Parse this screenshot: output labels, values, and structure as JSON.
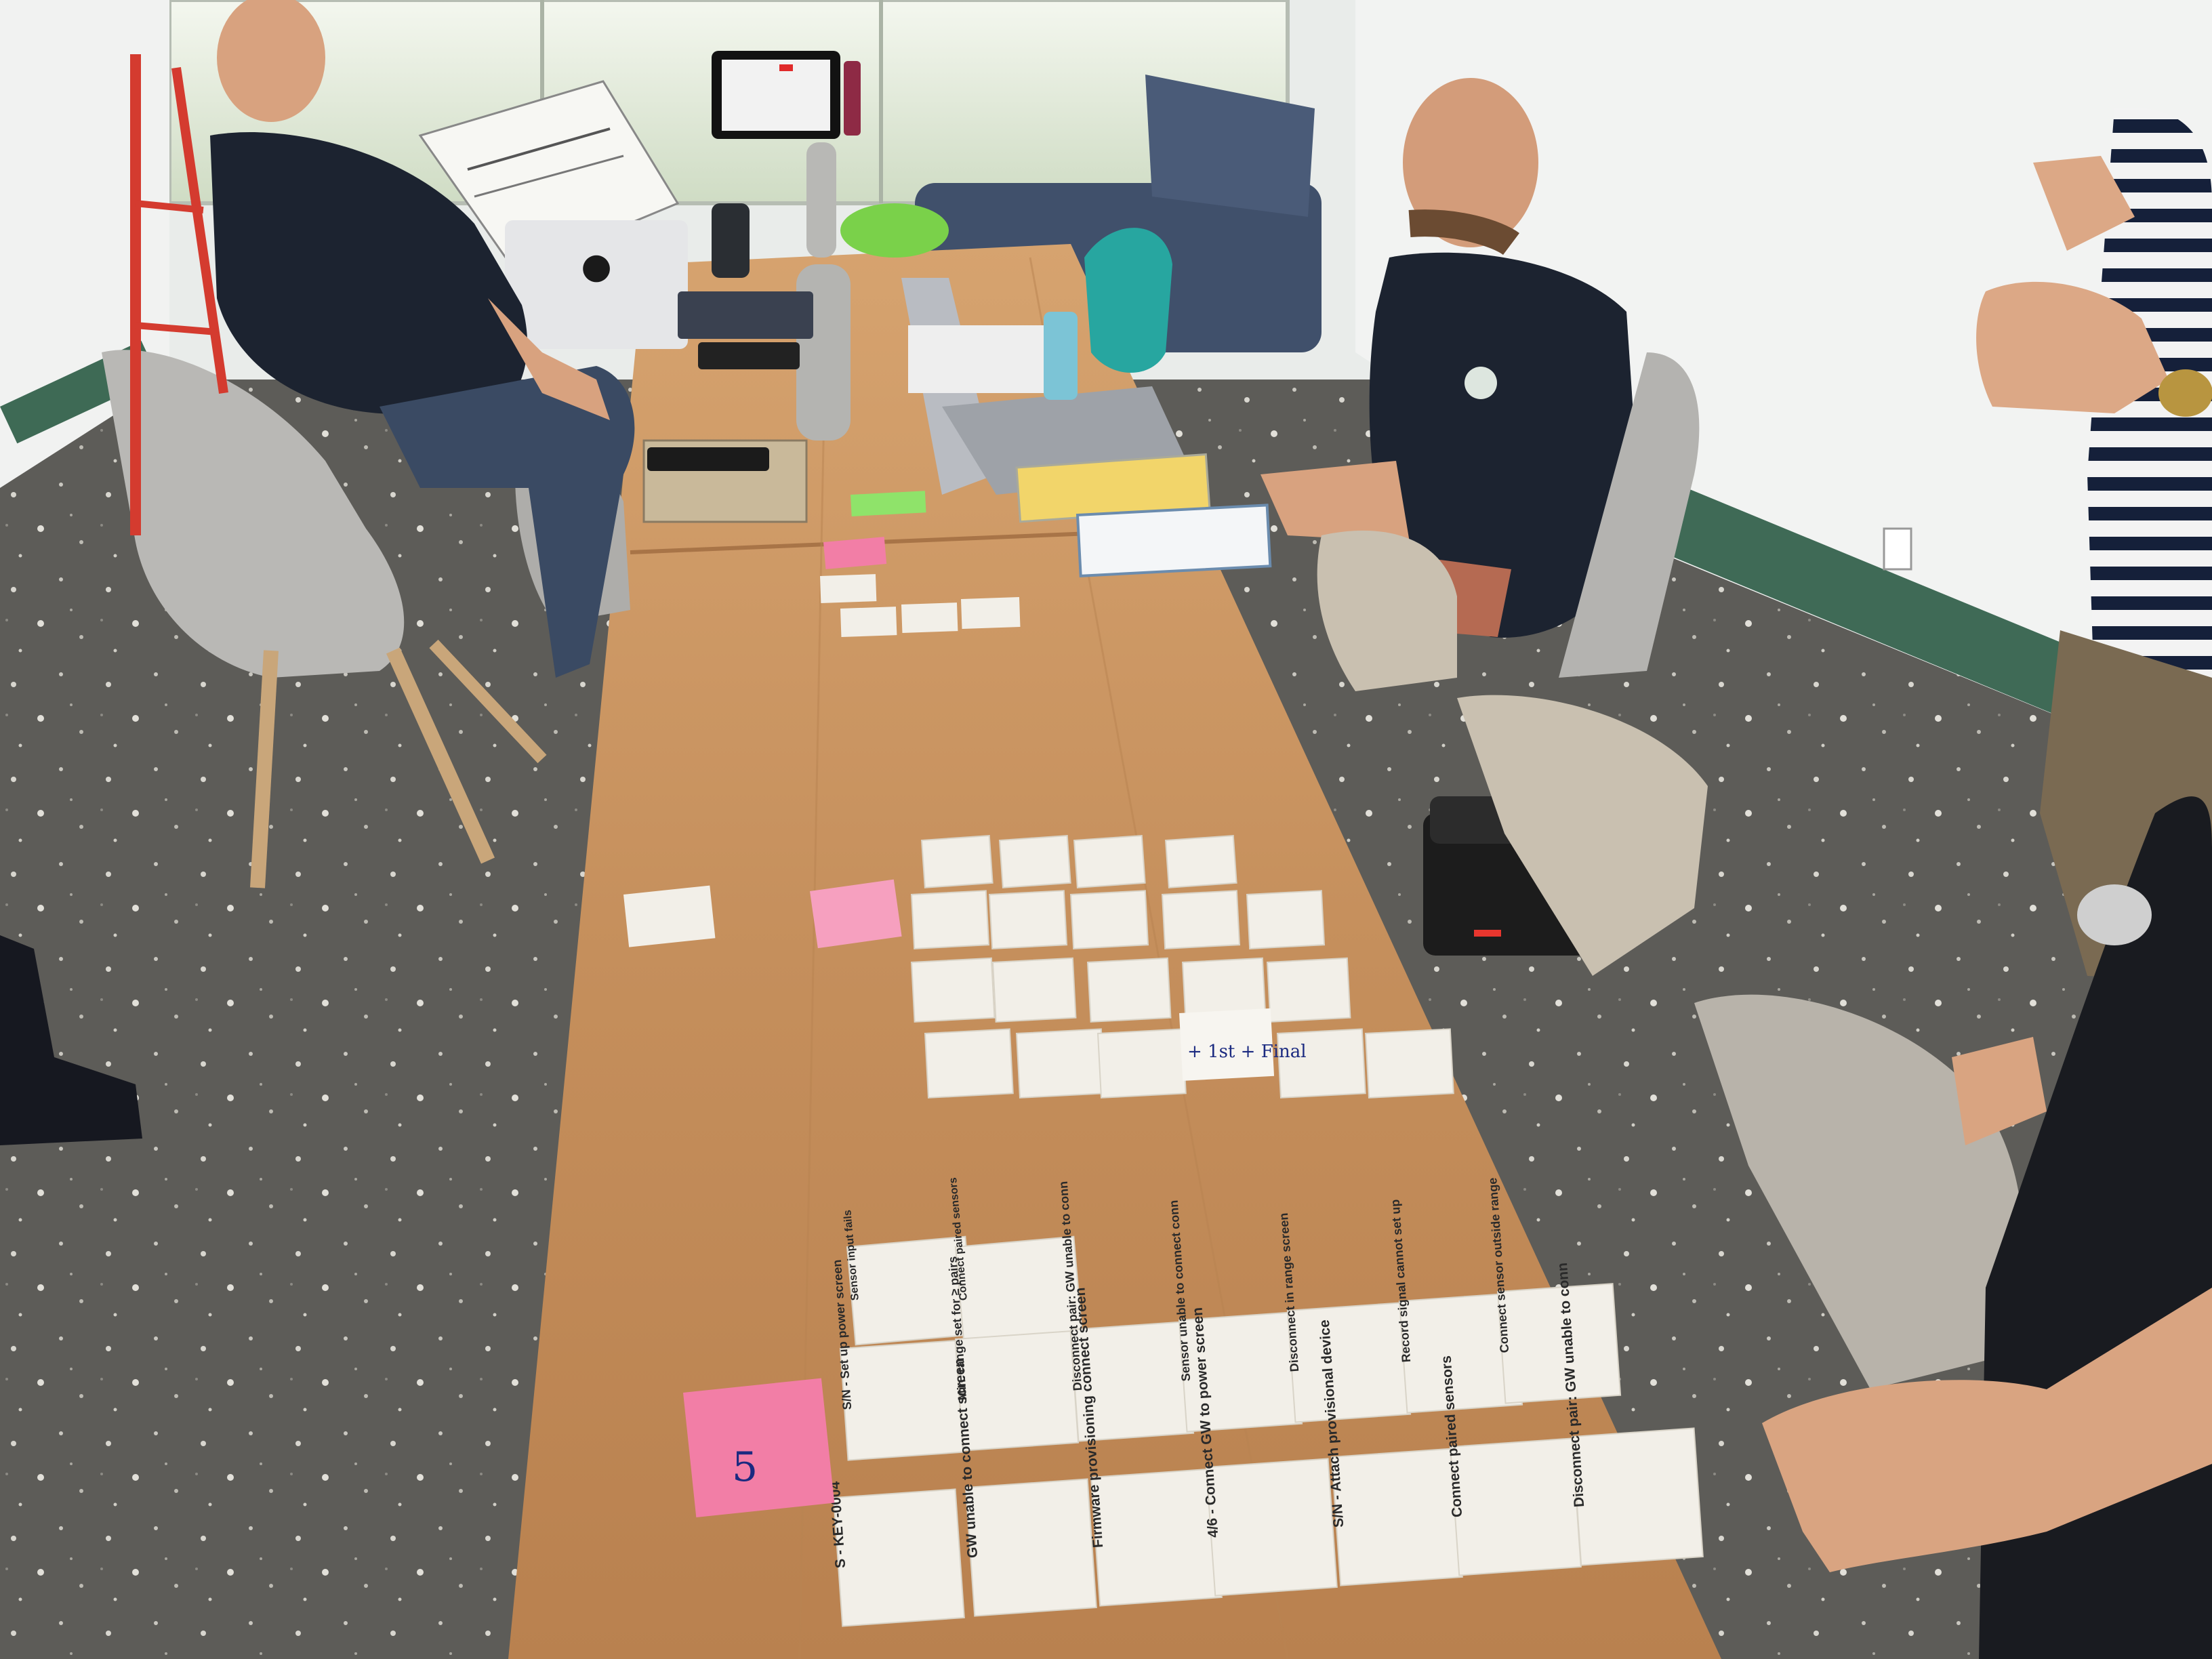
{
  "scene": {
    "description_free": true,
    "colors": {
      "floor": "#5a5955",
      "table_wood": "#c89463",
      "wall": "#eef0ee",
      "window": "#dfe9d8",
      "card": "#f2efe8",
      "sticky_pink": "#f27ea6",
      "sticky_green": "#8fe36a",
      "sticky_pink_light": "#f6a0bf",
      "chair_grey": "#b9b8b5",
      "chair_beige": "#c9c0b0",
      "sofa": "#40506b",
      "shirt_navy": "#1c2330",
      "stripe_navy": "#15203a",
      "skin": "#d8a27f"
    },
    "icons": [
      "apple-logo-icon"
    ],
    "cards": {
      "c1": "S - KEY-0004",
      "c2": "S/N - Set up power screen",
      "c3": "Min. range set for ≥ pairs",
      "c4": "GW unable to connect screen",
      "c5": "Firmware provisioning connect screen",
      "c6": "4/6 - Connect GW to power screen",
      "c7": "S/N - Attach provisional device",
      "c8": "Sensor input fails",
      "c9": "Connect paired sensors",
      "c10": "Disconnect pair: GW unable to conn",
      "c11": "Sensor unable to connect conn",
      "c12": "Disconnect in range screen",
      "c13": "Record signal cannot set up",
      "c14": "Connect sensor outside range",
      "hand": "+ 1st + Final"
    },
    "sticky_note_big": "5"
  }
}
